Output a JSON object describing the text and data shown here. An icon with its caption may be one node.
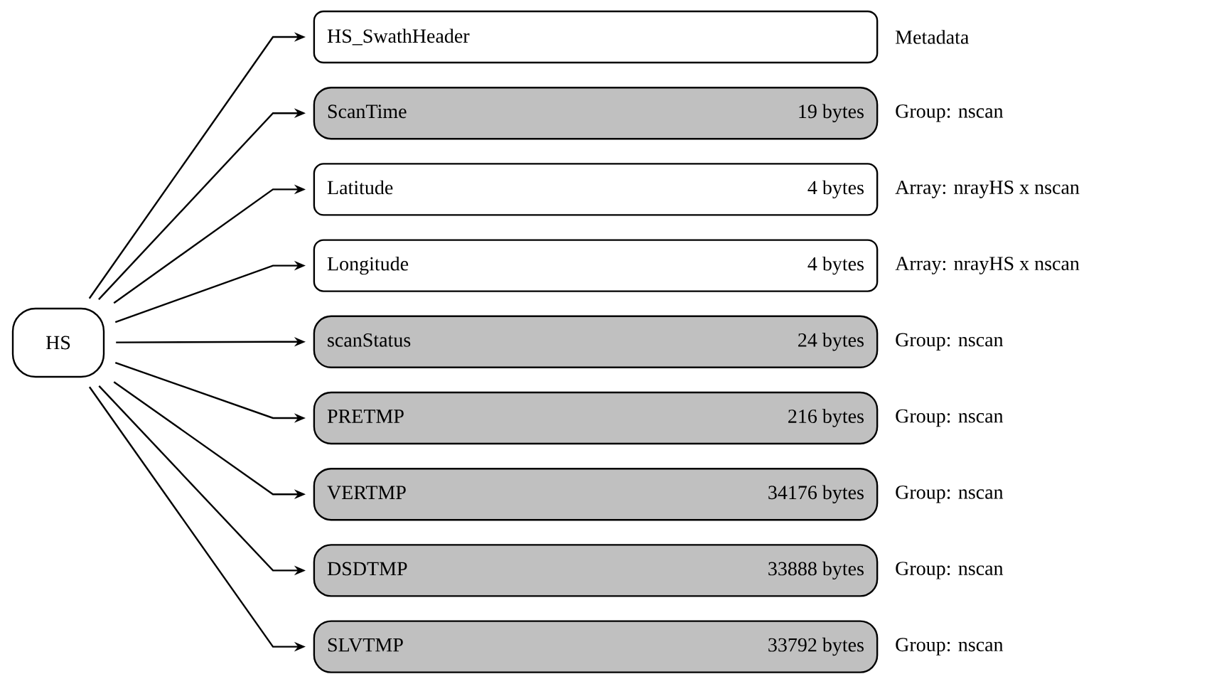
{
  "diagram": {
    "nodes": [
      {
        "text": [
          "HS"
        ]
      },
      {
        "text": [
          "HS_SwathHeader"
        ],
        "beside": [
          "Metadata"
        ]
      },
      {
        "text": [
          "ScanTime",
          "19 bytes"
        ],
        "beside": [
          "Group: nscan"
        ]
      },
      {
        "text": [
          "Latitude",
          "4 bytes"
        ],
        "beside": [
          "Array: nrayHS x nscan"
        ]
      },
      {
        "text": [
          "Longitude",
          "4 bytes"
        ],
        "beside": [
          "Array: nrayHS x nscan"
        ]
      },
      {
        "text": [
          "scanStatus",
          "24 bytes"
        ],
        "beside": [
          "Group: nscan"
        ]
      },
      {
        "text": [
          "PRETMP",
          "216 bytes"
        ],
        "beside": [
          "Group: nscan"
        ]
      },
      {
        "text": [
          "VERTMP",
          "34176 bytes"
        ],
        "beside": [
          "Group: nscan"
        ]
      },
      {
        "text": [
          "DSDTMP",
          "33888 bytes"
        ],
        "beside": [
          "Group: nscan"
        ]
      },
      {
        "text": [
          "SLVTMP",
          "33792 bytes"
        ],
        "beside": [
          "Group: nscan"
        ]
      }
    ],
    "edges": [
      {
        "from": 0,
        "to": 1,
        "arrow": "to"
      },
      {
        "from": 0,
        "to": 2,
        "arrow": "to"
      },
      {
        "from": 0,
        "to": 3,
        "arrow": "to"
      },
      {
        "from": 0,
        "to": 4,
        "arrow": "to"
      },
      {
        "from": 0,
        "to": 5,
        "arrow": "to"
      },
      {
        "from": 0,
        "to": 6,
        "arrow": "to"
      },
      {
        "from": 0,
        "to": 7,
        "arrow": "to"
      },
      {
        "from": 0,
        "to": 8,
        "arrow": "to"
      },
      {
        "from": 0,
        "to": 9,
        "arrow": "to"
      }
    ]
  }
}
